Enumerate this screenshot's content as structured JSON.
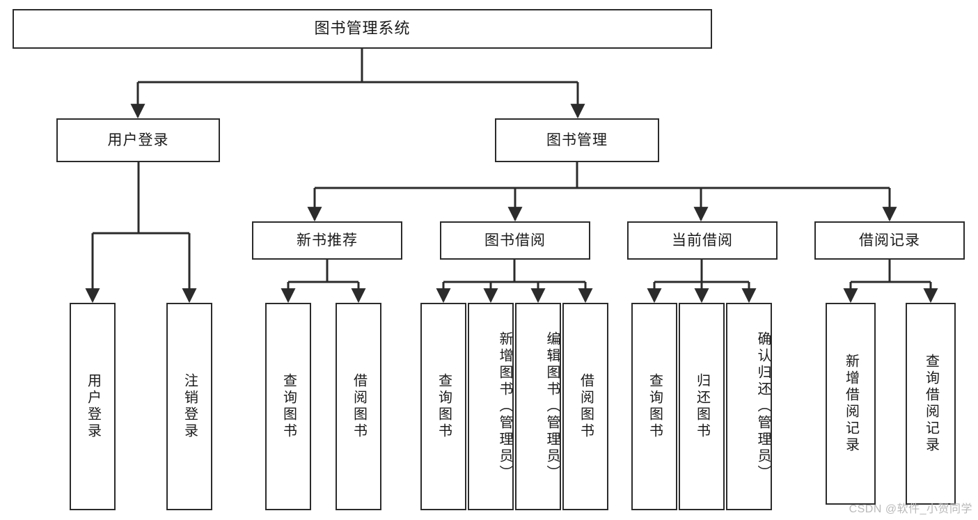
{
  "diagram": {
    "title": "图书管理系统",
    "type": "hierarchy-tree",
    "stroke_color": "#2b2b2b",
    "background_color": "#ffffff",
    "text_color": "#1a1a1a"
  },
  "watermark": {
    "text": "CSDN @软件_小贺同学",
    "color": "#b9b9b9"
  },
  "nodes": {
    "root": {
      "label": "图书管理系统"
    },
    "level2": [
      {
        "label": "用户登录"
      },
      {
        "label": "图书管理"
      }
    ],
    "level3": [
      {
        "label": "新书推荐"
      },
      {
        "label": "图书借阅"
      },
      {
        "label": "当前借阅"
      },
      {
        "label": "借阅记录"
      }
    ],
    "leaves": [
      {
        "label": "用户登录"
      },
      {
        "label": "注销登录"
      },
      {
        "label": "查询图书"
      },
      {
        "label": "借阅图书"
      },
      {
        "label": "查询图书"
      },
      {
        "label": "新增图书（管理员）"
      },
      {
        "label": "编辑图书（管理员）"
      },
      {
        "label": "借阅图书"
      },
      {
        "label": "查询图书"
      },
      {
        "label": "归还图书"
      },
      {
        "label": "确认归还（管理员）"
      },
      {
        "label": "新增借阅记录"
      },
      {
        "label": "查询借阅记录"
      }
    ]
  },
  "edges": [
    {
      "from": "图书管理系统",
      "to": "用户登录"
    },
    {
      "from": "图书管理系统",
      "to": "图书管理"
    },
    {
      "from": "用户登录",
      "to": "用户登录"
    },
    {
      "from": "用户登录",
      "to": "注销登录"
    },
    {
      "from": "图书管理",
      "to": "新书推荐"
    },
    {
      "from": "图书管理",
      "to": "图书借阅"
    },
    {
      "from": "图书管理",
      "to": "当前借阅"
    },
    {
      "from": "图书管理",
      "to": "借阅记录"
    },
    {
      "from": "新书推荐",
      "to": "查询图书"
    },
    {
      "from": "新书推荐",
      "to": "借阅图书"
    },
    {
      "from": "图书借阅",
      "to": "查询图书"
    },
    {
      "from": "图书借阅",
      "to": "新增图书（管理员）"
    },
    {
      "from": "图书借阅",
      "to": "编辑图书（管理员）"
    },
    {
      "from": "图书借阅",
      "to": "借阅图书"
    },
    {
      "from": "当前借阅",
      "to": "查询图书"
    },
    {
      "from": "当前借阅",
      "to": "归还图书"
    },
    {
      "from": "当前借阅",
      "to": "确认归还（管理员）"
    },
    {
      "from": "借阅记录",
      "to": "新增借阅记录"
    },
    {
      "from": "借阅记录",
      "to": "查询借阅记录"
    }
  ]
}
